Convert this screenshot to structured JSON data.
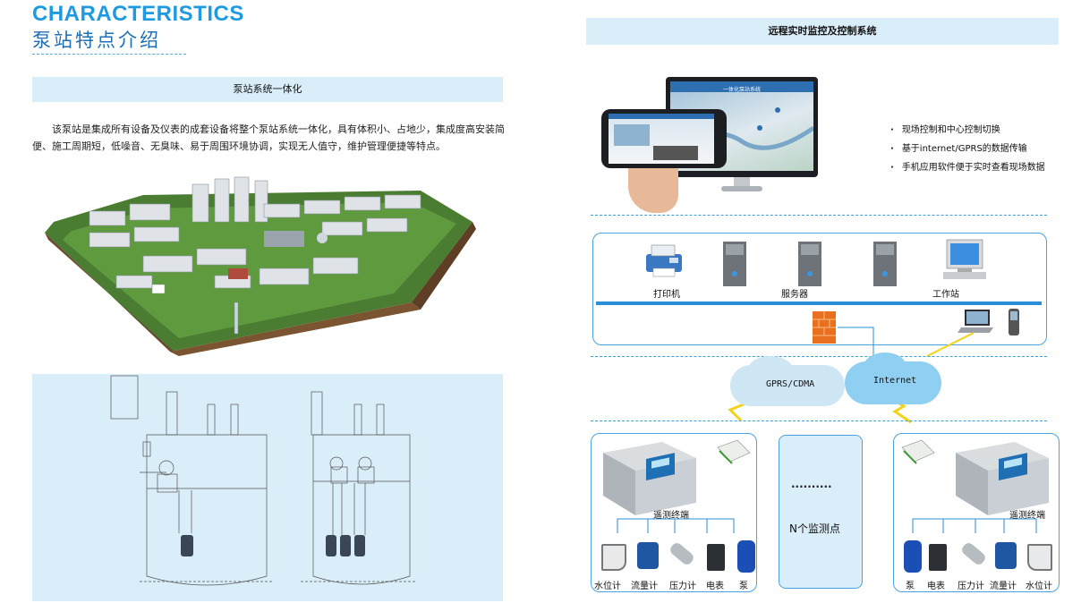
{
  "header": {
    "title_en": "CHARACTERISTICS",
    "title_cn": "泵站特点介绍"
  },
  "left": {
    "section_title": "泵站系统一体化",
    "paragraph": "该泵站是集成所有设备及仪表的成套设备将整个泵站系统一体化，具有体积小、占地少，集成度高安装简便、施工周期短，低噪音、无臭味、易于周围环境协调，实现无人值守，维护管理便捷等特点。"
  },
  "right": {
    "section_title": "远程实时监控及控制系统",
    "monitor_title": "一体化泵站系统",
    "bullets": [
      "现场控制和中心控制切换",
      "基于internet/GPRS的数据传输",
      "手机应用软件便于实时查看现场数据"
    ],
    "network": {
      "printer": "打印机",
      "server": "服务器",
      "workstation": "工作站"
    },
    "clouds": {
      "gprs": "GPRS/CDMA",
      "internet": "Internet"
    },
    "terminal_label": "遥测终端",
    "center": {
      "dots": "..........",
      "label": "N个监测点"
    },
    "left_devices": [
      "水位计",
      "流量计",
      "压力计",
      "电表",
      "泵"
    ],
    "right_devices": [
      "泵",
      "电表",
      "压力计",
      "流量计",
      "水位计"
    ]
  },
  "colors": {
    "accent": "#1e9be0",
    "bar": "#daeefa",
    "dash": "#3c9ed8"
  }
}
